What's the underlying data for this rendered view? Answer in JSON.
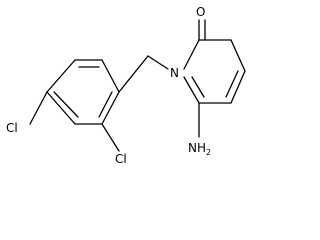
{
  "molecule": {
    "atoms": {
      "cl_para": "Cl",
      "cl_ortho": "Cl",
      "n_ring": "N",
      "o_carbonyl": "O",
      "amino": "NH",
      "amino_h_count": "2"
    }
  },
  "colors": {
    "bond": "#000000",
    "label": "#000000",
    "background": "#ffffff"
  }
}
